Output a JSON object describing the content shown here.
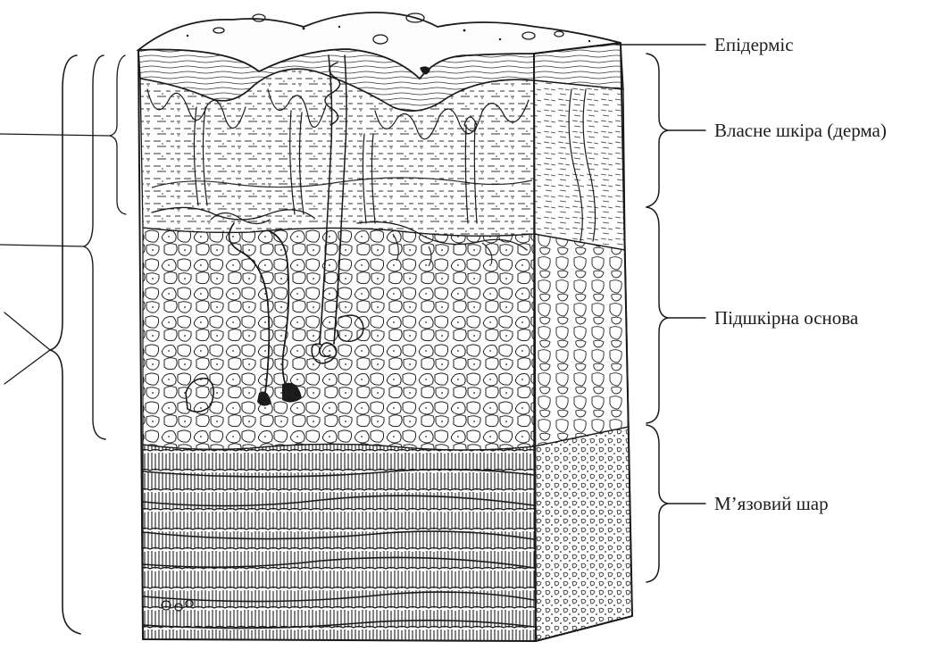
{
  "labels": {
    "epidermis": "Епідерміс",
    "dermis": "Власне шкіра (дерма)",
    "hypodermis": "Підшкірна основа",
    "muscle": "М’язовий шар"
  }
}
